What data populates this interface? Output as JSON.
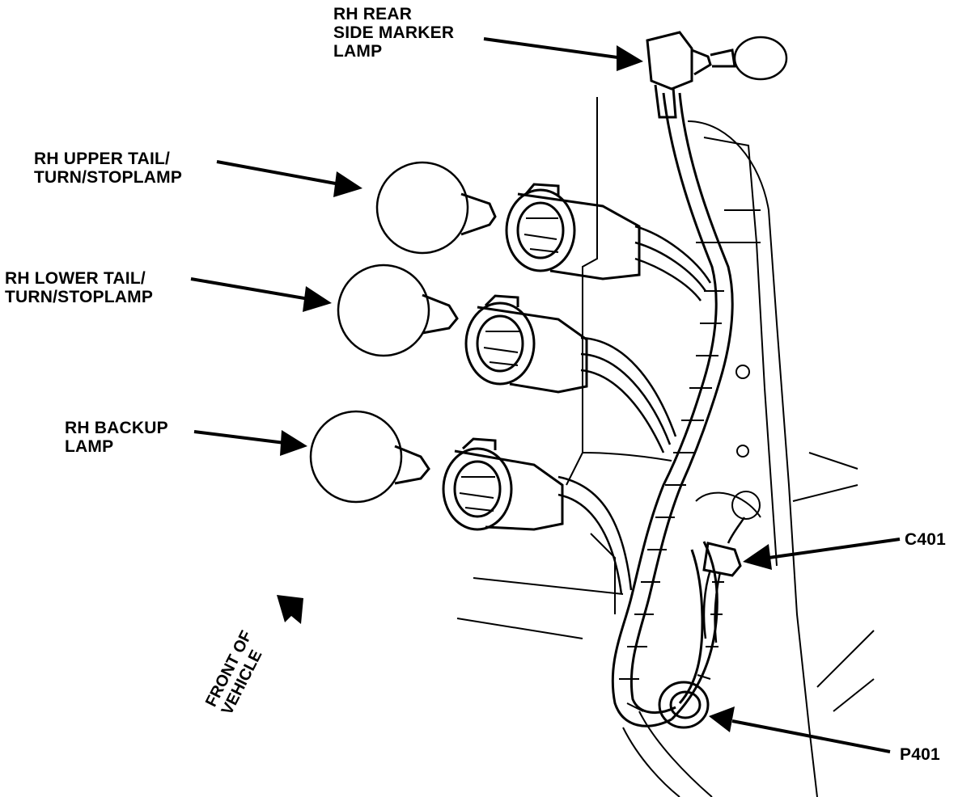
{
  "labels": {
    "side_marker": [
      "RH REAR",
      "SIDE MARKER",
      "LAMP"
    ],
    "upper_tail": [
      "RH UPPER TAIL/",
      "TURN/STOPLAMP"
    ],
    "lower_tail": [
      "RH LOWER TAIL/",
      "TURN/STOPLAMP"
    ],
    "backup": [
      "RH BACKUP",
      "LAMP"
    ],
    "c401": "C401",
    "p401": "P401",
    "front": [
      "FRONT OF",
      "VEHICLE"
    ]
  },
  "colors": {
    "ink": "#000000",
    "paper": "#ffffff"
  }
}
